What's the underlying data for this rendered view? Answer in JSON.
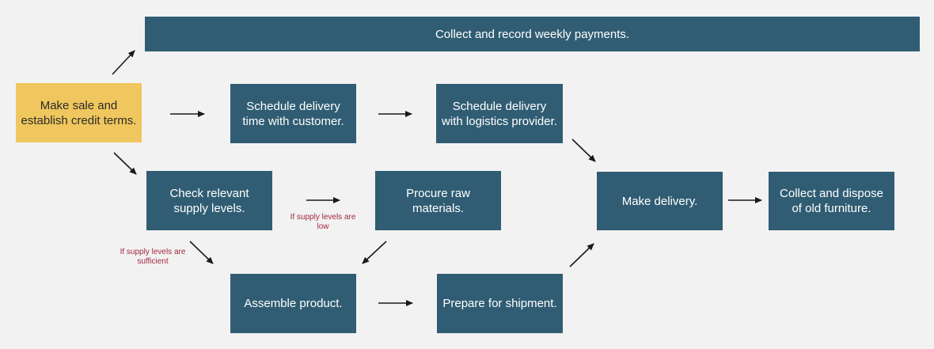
{
  "nodes": {
    "payments": "Collect and record weekly payments.",
    "sale": "Make sale and establish credit terms.",
    "schedule_customer": "Schedule delivery time with customer.",
    "schedule_logistics": "Schedule delivery with logistics provider.",
    "check_supply": "Check relevant supply levels.",
    "procure": "Procure raw materials.",
    "make_delivery": "Make delivery.",
    "collect_dispose": "Collect and dispose of old furniture.",
    "assemble": "Assemble product.",
    "prepare": "Prepare for shipment."
  },
  "notes": {
    "low": "If supply levels are low",
    "sufficient": "If supply levels are sufficient"
  },
  "colors": {
    "box": "#305d73",
    "start_box": "#f0c75e",
    "note": "#a3283f",
    "arrow": "#1a1a1a"
  }
}
